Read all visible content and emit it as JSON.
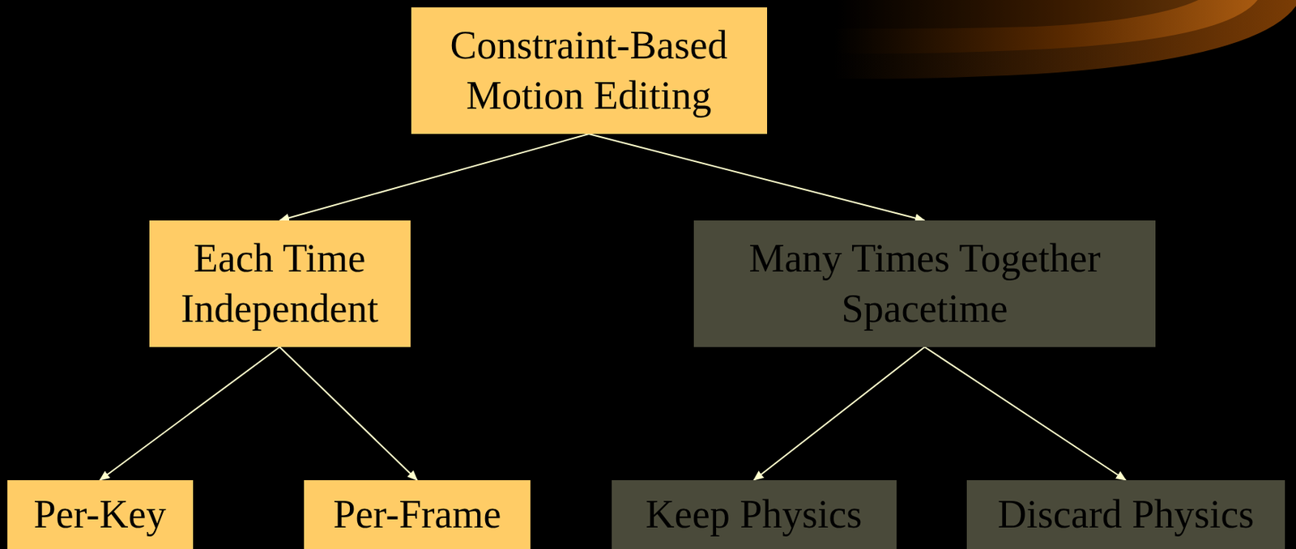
{
  "diagram": {
    "nodes": [
      {
        "text": [
          "Constraint-Based Motion Editing"
        ]
      },
      {
        "text": [
          "Each Time Independent"
        ]
      },
      {
        "text": [
          "Many Times Together Spacetime"
        ]
      },
      {
        "text": [
          "Per-Key"
        ]
      },
      {
        "text": [
          "Per-Frame"
        ]
      },
      {
        "text": [
          "Keep Physics"
        ]
      },
      {
        "text": [
          "Discard Physics"
        ]
      }
    ],
    "edges": [
      {
        "from": 0,
        "to": 1,
        "arrow": "to"
      },
      {
        "from": 0,
        "to": 2,
        "arrow": "to"
      },
      {
        "from": 1,
        "to": 3,
        "arrow": "to"
      },
      {
        "from": 1,
        "to": 4,
        "arrow": "to"
      },
      {
        "from": 2,
        "to": 5,
        "arrow": "to"
      },
      {
        "from": 2,
        "to": 6,
        "arrow": "to"
      }
    ]
  }
}
